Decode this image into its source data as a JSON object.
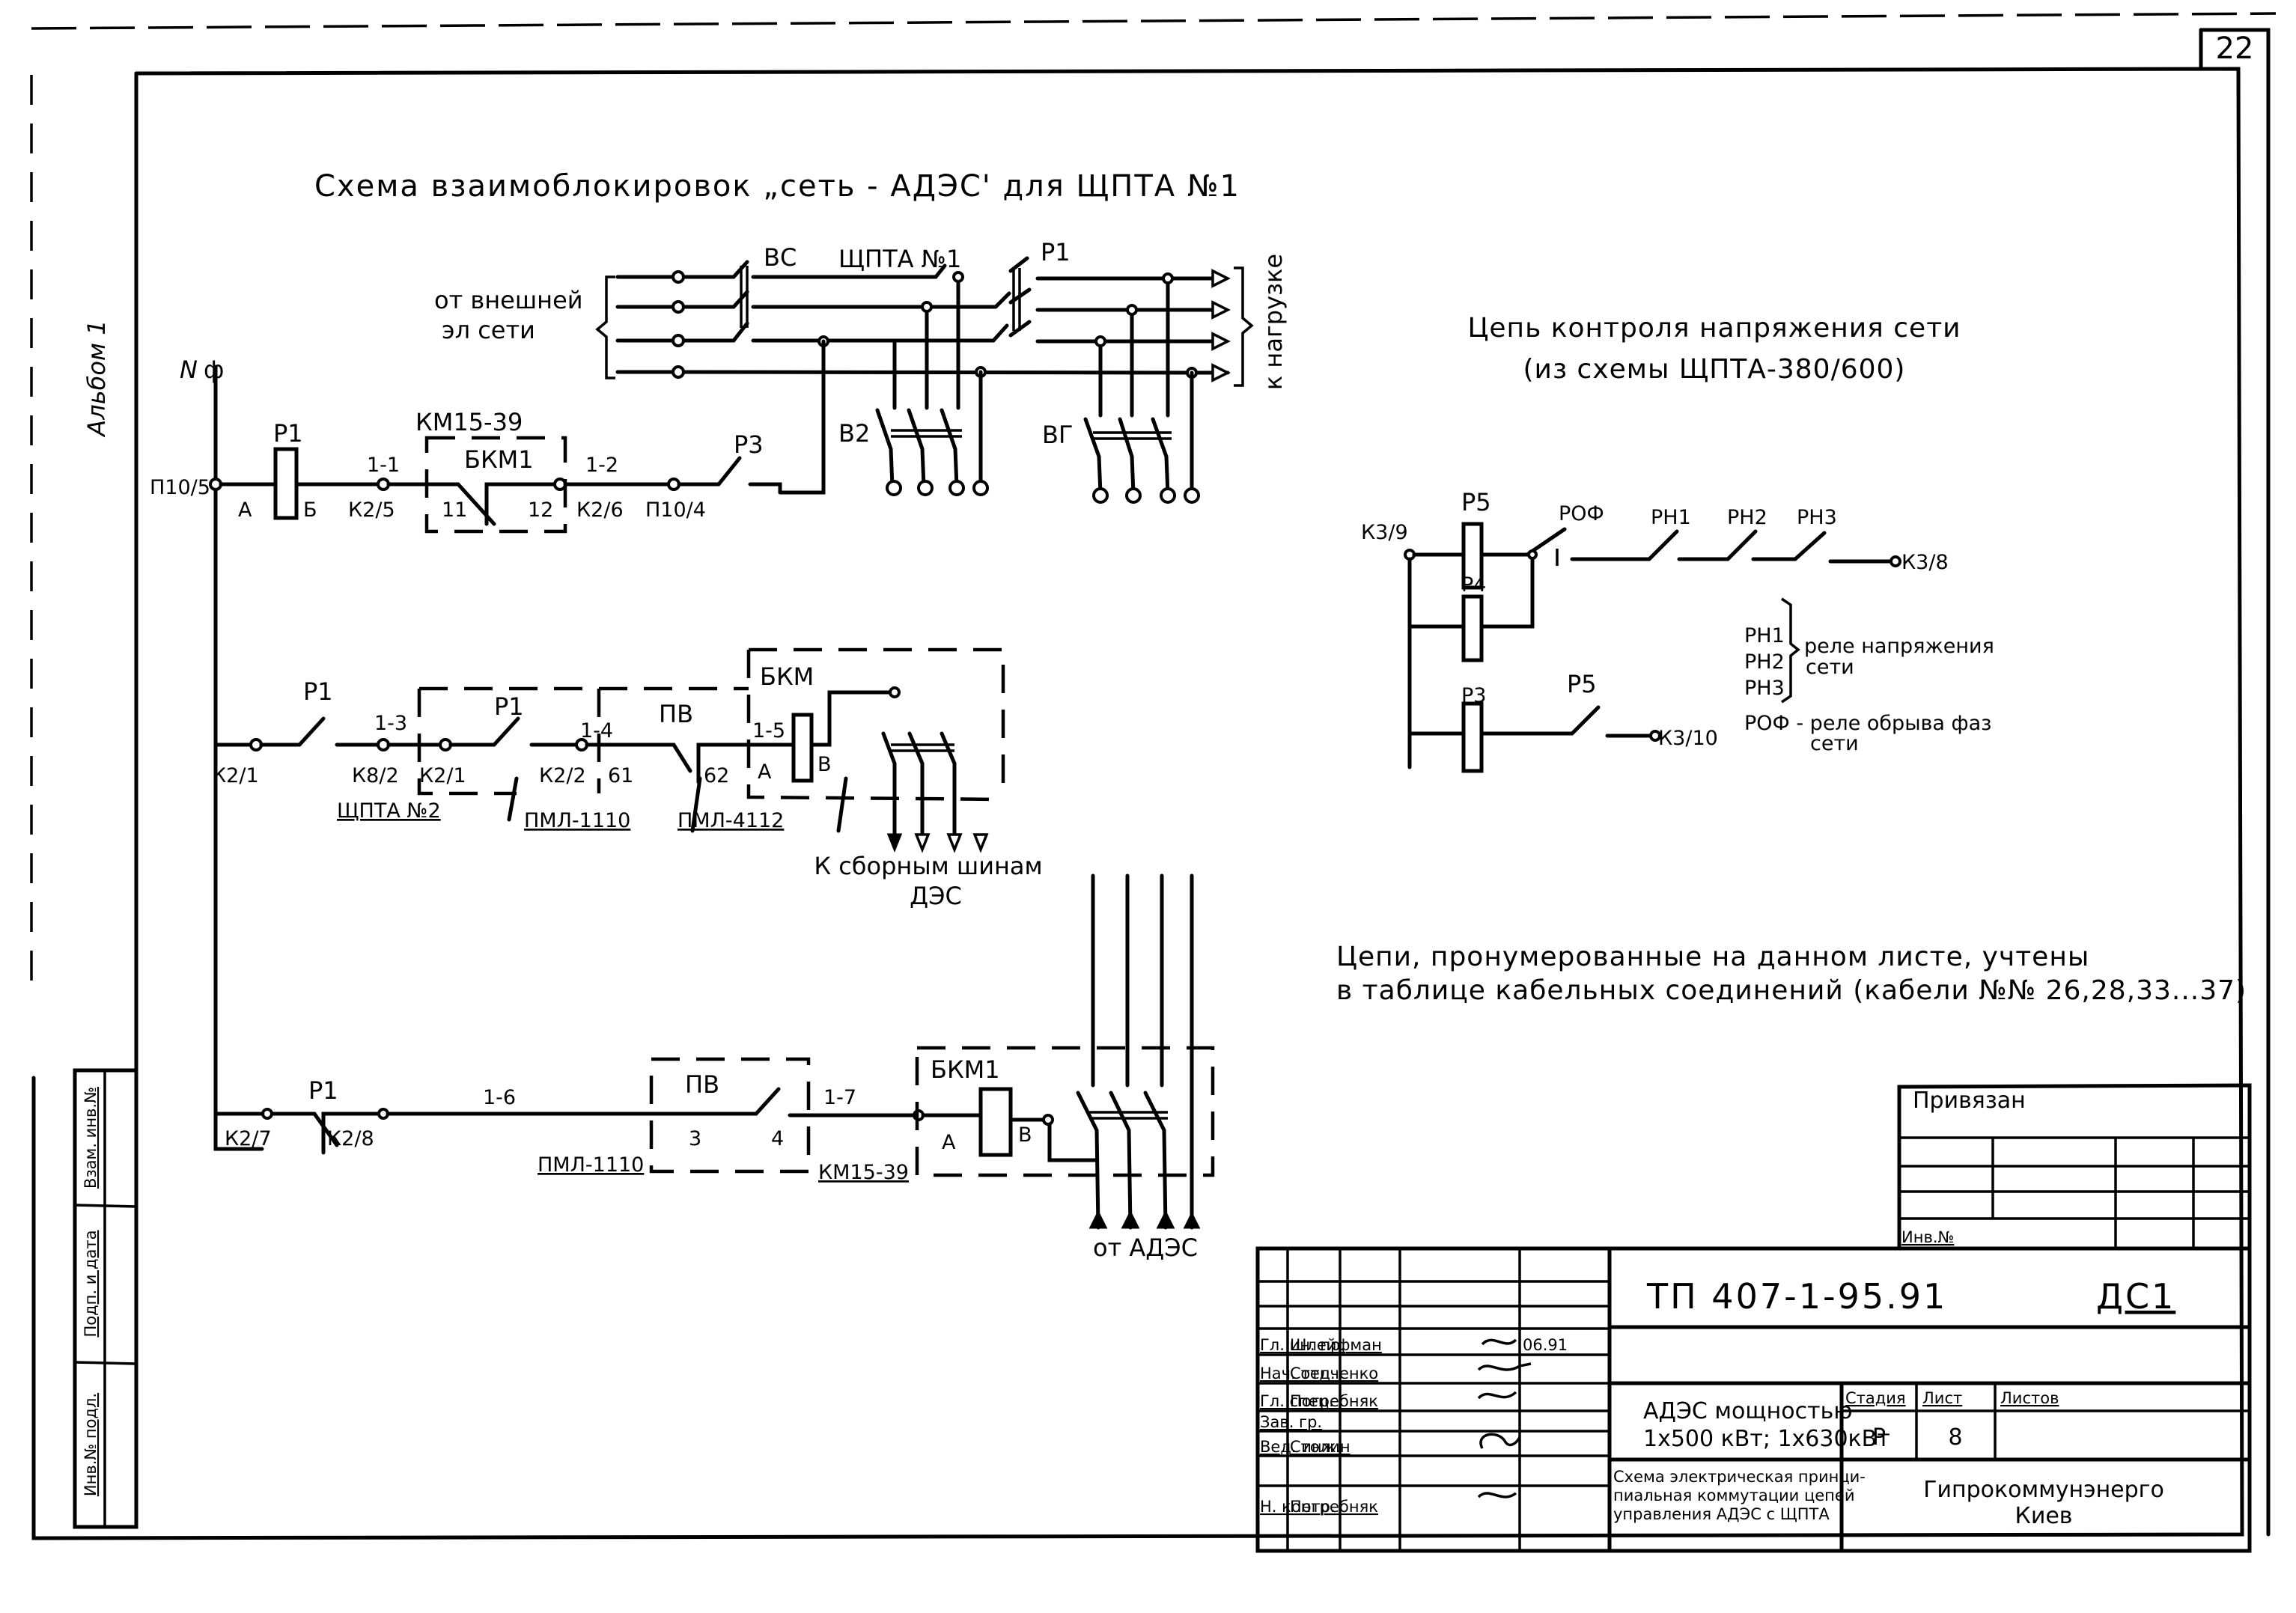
{
  "sheet": {
    "page_number": "22",
    "album_label": "Альбом 1",
    "title": "Схема взаимоблокировок „сеть - АДЭС' для ЩПТА №1"
  },
  "left_schema": {
    "input_bus": {
      "source_label_line1": "от внешней",
      "source_label_line2": "эл сети",
      "load_label": "к нагрузке",
      "switch_bc": "ВС",
      "panel_label": "ЩПТА №1",
      "relay_contact_p1": "Р1",
      "switch_b2": "В2",
      "switch_b1": "ВГ"
    },
    "supply_label_n": "N",
    "supply_label_phi": "ф",
    "row1": {
      "terminal_start": "П10/5",
      "coil_label": "Р1",
      "coil_pin_a": "А",
      "coil_pin_b": "Б",
      "wire1": "1-1",
      "terminal1": "К2/5",
      "device": "КМ15-39",
      "contact_block": "БКМ1",
      "pin_11": "11",
      "pin_12": "12",
      "wire2": "1-2",
      "terminal2": "К2/6",
      "terminal3": "П10/4",
      "contact_p3": "Р3"
    },
    "row2": {
      "terminal_k2_1": "К2/1",
      "contact_p1_a": "Р1",
      "wire_1_3": "1-3",
      "terminal_k8_2": "К8/2",
      "terminal_k2_1b": "К2/1",
      "contact_p1_b": "Р1",
      "wire_1_4": "1-4",
      "terminal_k2_2": "К2/2",
      "pin_61": "61",
      "relay_pb": "ПВ",
      "pin_62": "62",
      "block_bkm": "БКМ",
      "wire_1_5": "1-5",
      "coil_pin_a": "А",
      "coil_pin_b": "В",
      "panel_ref": "ЩПТА №2",
      "device_ref1": "ПМЛ-1110",
      "device_ref2": "ПМЛ-4112",
      "bus_label_line1": "К сборным шинам",
      "bus_label_line2": "ДЭС"
    },
    "row3": {
      "terminal_k2_7": "К2/7",
      "contact_p1": "Р1",
      "terminal_k2_8": "К2/8",
      "wire_1_6": "1-6",
      "relay_pb": "ПВ",
      "pin_3": "3",
      "pin_4": "4",
      "device_ref1": "ПМЛ-1110",
      "wire_1_7": "1-7",
      "device_ref2": "КМ15-39",
      "block_bkm1": "БКМ1",
      "coil_pin_a": "А",
      "coil_pin_b": "В",
      "source_label": "от АДЭС"
    }
  },
  "right_schema": {
    "title_line1": "Цепь контроля напряжения сети",
    "title_line2": "(из схемы ЩПТА-380/600)",
    "terminal_in": "К3/9",
    "terminal_out1": "К3/8",
    "terminal_out2": "К3/10",
    "relays": [
      "Р5",
      "Р4",
      "Р3"
    ],
    "contacts": [
      "РОФ",
      "РН1",
      "РН2",
      "РН3"
    ],
    "contact_p5": "Р5",
    "legend": {
      "items": [
        "РН1",
        "РН2",
        "РН3"
      ],
      "brace_text_line1": "реле напряжения",
      "brace_text_line2": "сети",
      "rof_line": "РОФ - реле обрыва фаз",
      "rof_line2": "сети"
    }
  },
  "note": {
    "line1": "Цепи, пронумерованные на данном листе, учтены",
    "line2": "в таблице кабельных соединений (кабели №№ 26,28,33...37)"
  },
  "binding_block": {
    "title": "Привязан",
    "inv_label": "Инв.№"
  },
  "side_stamp": {
    "cells": [
      "Взам. инв.№",
      "Подп. и дата",
      "Инв.№ подл."
    ]
  },
  "title_block": {
    "code": "ТП 407-1-95.91",
    "sheet_code": "ДС1",
    "roles": [
      {
        "role": "Гл. ин. пр.",
        "name": "Шлейфман",
        "date": "06.91"
      },
      {
        "role": "Нач. отд.",
        "name": "Степченко",
        "date": ""
      },
      {
        "role": "Гл. спец.",
        "name": "Погребняк",
        "date": ""
      },
      {
        "role": "Зав. гр.",
        "name": "",
        "date": ""
      },
      {
        "role": "Вед. инж.",
        "name": "Столин",
        "date": ""
      },
      {
        "role": "",
        "name": "",
        "date": ""
      },
      {
        "role": "Н. контр.",
        "name": "Погребняк",
        "date": ""
      }
    ],
    "object_line1": "АДЭС мощностью",
    "object_line2": "1х500 кВт; 1х630кВт",
    "stage_header": "Стадия",
    "sheet_header": "Лист",
    "sheets_header": "Листов",
    "stage_value": "Р",
    "sheet_value": "8",
    "sheets_value": "",
    "drawing_line1": "Схема электрическая принци-",
    "drawing_line2": "пиальная коммутации цепей",
    "drawing_line3": "управления АДЭС с ЩПТА",
    "org_line1": "Гипрокоммунэнерго",
    "org_line2": "Киев"
  }
}
